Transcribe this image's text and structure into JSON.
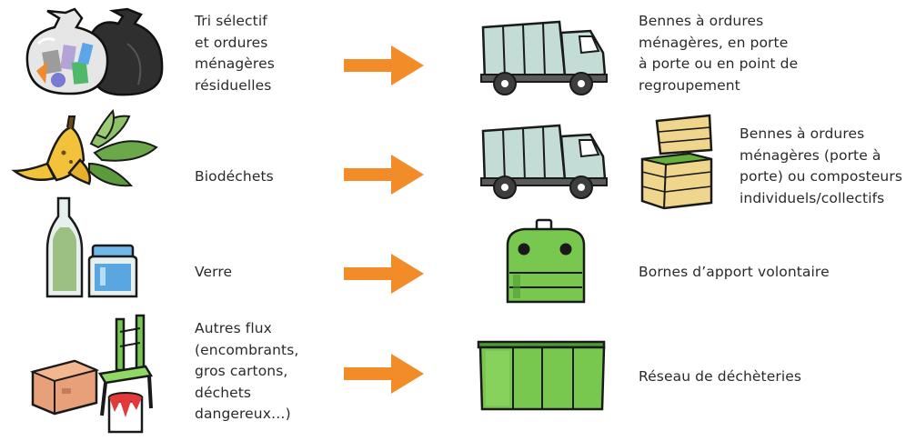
{
  "colors": {
    "arrow": "#f28c28",
    "truck_body": "#c3dcd6",
    "truck_dark": "#3e3e3e",
    "bin_green": "#78c850",
    "bin_green_dark": "#4e9b32",
    "compost_wood": "#f0d58c",
    "compost_top": "#65b03a",
    "outline": "#1a1a1a"
  },
  "rows": [
    {
      "waste_label": "Tri sélectif\net ordures\nménagères\nrésiduelles",
      "waste_icon": "garbage-bags-icon",
      "collection_icon": "garbage-truck-icon",
      "collection_label": "Bennes à ordures\nménagères, en porte\nà porte ou en point de\nregroupement"
    },
    {
      "waste_label": "Biodéchets",
      "waste_icon": "food-waste-icon",
      "collection_icon": "garbage-truck-icon",
      "collection_extra_icon": "compost-bin-icon",
      "collection_label": "Bennes à ordures\nménagères (porte à\nporte) ou composteurs\nindividuels/collectifs"
    },
    {
      "waste_label": "Verre",
      "waste_icon": "glass-containers-icon",
      "collection_icon": "glass-container-bin-icon",
      "collection_label": "Bornes d’apport volontaire"
    },
    {
      "waste_label": "Autres flux\n(encombrants,\ngros cartons,\ndéchets\ndangereux…)",
      "waste_icon": "bulky-waste-icon",
      "collection_icon": "dumpster-icon",
      "collection_label": "Réseau de déchèteries"
    }
  ]
}
